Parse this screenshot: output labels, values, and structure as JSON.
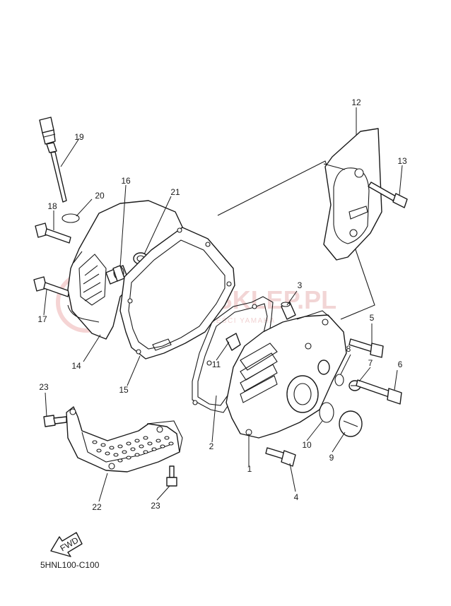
{
  "callouts": [
    {
      "id": "1",
      "label": "1"
    },
    {
      "id": "2",
      "label": "2"
    },
    {
      "id": "3",
      "label": "3"
    },
    {
      "id": "4",
      "label": "4"
    },
    {
      "id": "5",
      "label": "5"
    },
    {
      "id": "6",
      "label": "6"
    },
    {
      "id": "7",
      "label": "7"
    },
    {
      "id": "8",
      "label": "8"
    },
    {
      "id": "9",
      "label": "9"
    },
    {
      "id": "10",
      "label": "10"
    },
    {
      "id": "11",
      "label": "11"
    },
    {
      "id": "12",
      "label": "12"
    },
    {
      "id": "13",
      "label": "13"
    },
    {
      "id": "14",
      "label": "14"
    },
    {
      "id": "15",
      "label": "15"
    },
    {
      "id": "16",
      "label": "16"
    },
    {
      "id": "17",
      "label": "17"
    },
    {
      "id": "18",
      "label": "18"
    },
    {
      "id": "19",
      "label": "19"
    },
    {
      "id": "20",
      "label": "20"
    },
    {
      "id": "21",
      "label": "21"
    },
    {
      "id": "22",
      "label": "22"
    },
    {
      "id": "23a",
      "label": "23"
    },
    {
      "id": "23b",
      "label": "23"
    }
  ],
  "fwd_label": "FWD",
  "diagram_code": "5HNL100-C100",
  "watermark": {
    "main": "YAMA-SKLEP.PL",
    "sub": "DYSTRYBUCJA CZĘŚCI YAMAHA",
    "accent_color": "#e8a0a0"
  }
}
